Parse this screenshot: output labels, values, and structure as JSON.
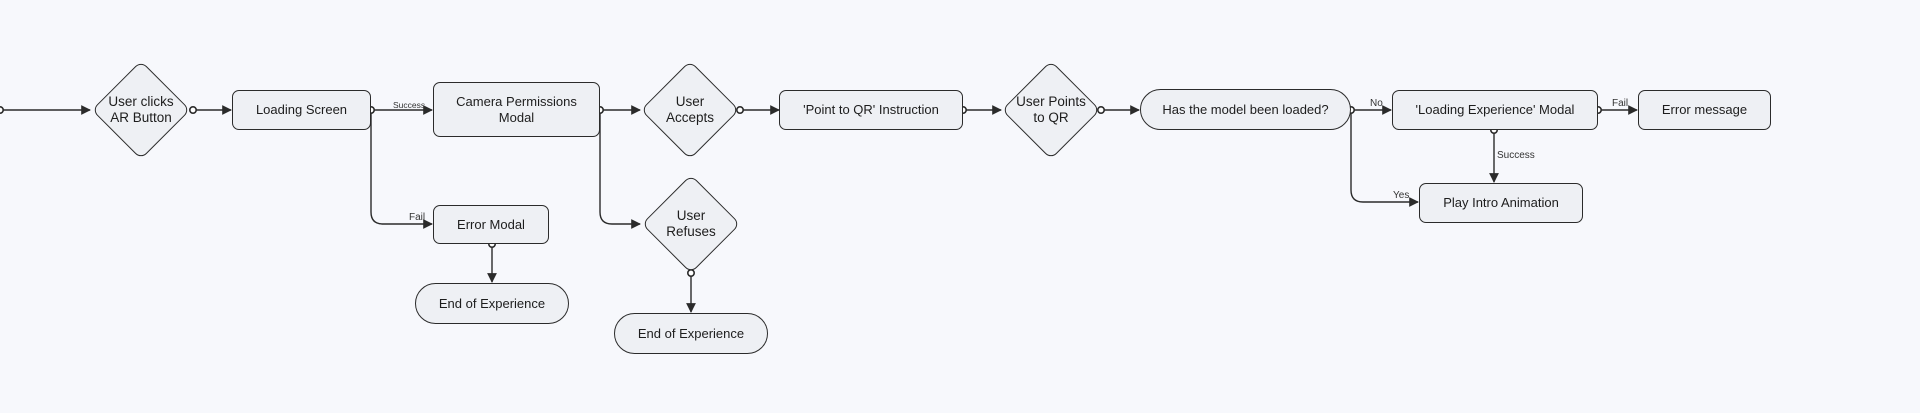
{
  "nodes": {
    "user_clicks_ar": "User clicks\nAR Button",
    "loading_screen": "Loading Screen",
    "camera_permissions": "Camera Permissions\nModal",
    "error_modal": "Error Modal",
    "end_experience_1": "End of Experience",
    "user_accepts": "User\nAccepts",
    "user_refuses": "User\nRefuses",
    "end_experience_2": "End of Experience",
    "point_to_qr": "'Point to QR' Instruction",
    "user_points_qr": "User Points\nto QR",
    "model_loaded": "Has the model been loaded?",
    "loading_experience": "'Loading Experience' Modal",
    "error_message": "Error message",
    "play_intro": "Play Intro Animation"
  },
  "edge_labels": {
    "success_1": "Success",
    "fail_1": "Fail",
    "no": "No",
    "yes": "Yes",
    "fail_2": "Fail",
    "success_2": "Success"
  },
  "colors": {
    "background": "#f7f8fc",
    "node_fill": "#eef0f4",
    "stroke": "#2b2b2b"
  }
}
